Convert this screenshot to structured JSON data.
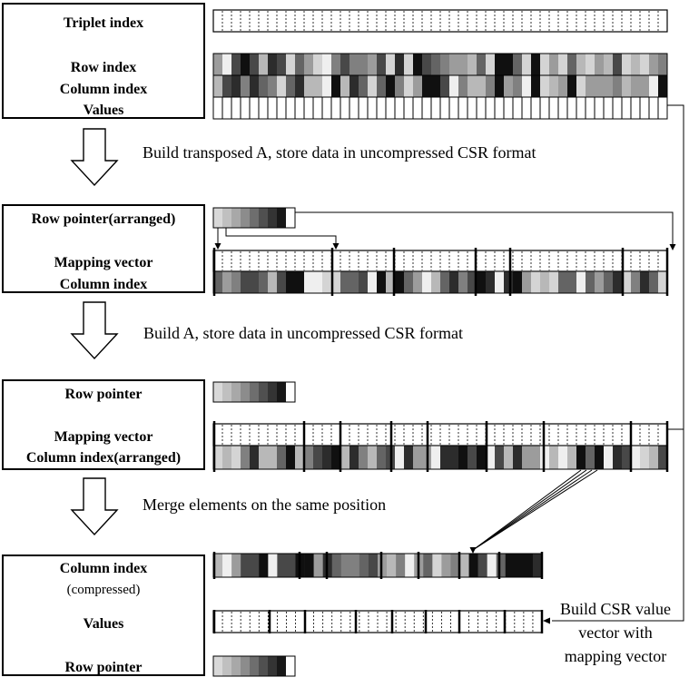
{
  "sections": [
    {
      "labels": [
        "Triplet index",
        "Row index",
        "Column index",
        "Values"
      ]
    },
    {
      "labels": [
        "Row pointer(arranged)",
        "Mapping vector",
        "Column index"
      ]
    },
    {
      "labels": [
        "Row pointer",
        "Mapping vector",
        "Column index(arranged)"
      ]
    },
    {
      "labels": [
        "Column index",
        "(compressed)",
        "Values",
        "Row pointer"
      ]
    }
  ],
  "steps": [
    "Build transposed A, store data in uncompressed CSR format",
    "Build A, store data in uncompressed CSR format",
    "Merge elements on the same position"
  ],
  "side_note": [
    "Build CSR value",
    "vector with",
    "mapping vector"
  ],
  "colors": {
    "stroke": "#000000",
    "background": "#ffffff"
  }
}
